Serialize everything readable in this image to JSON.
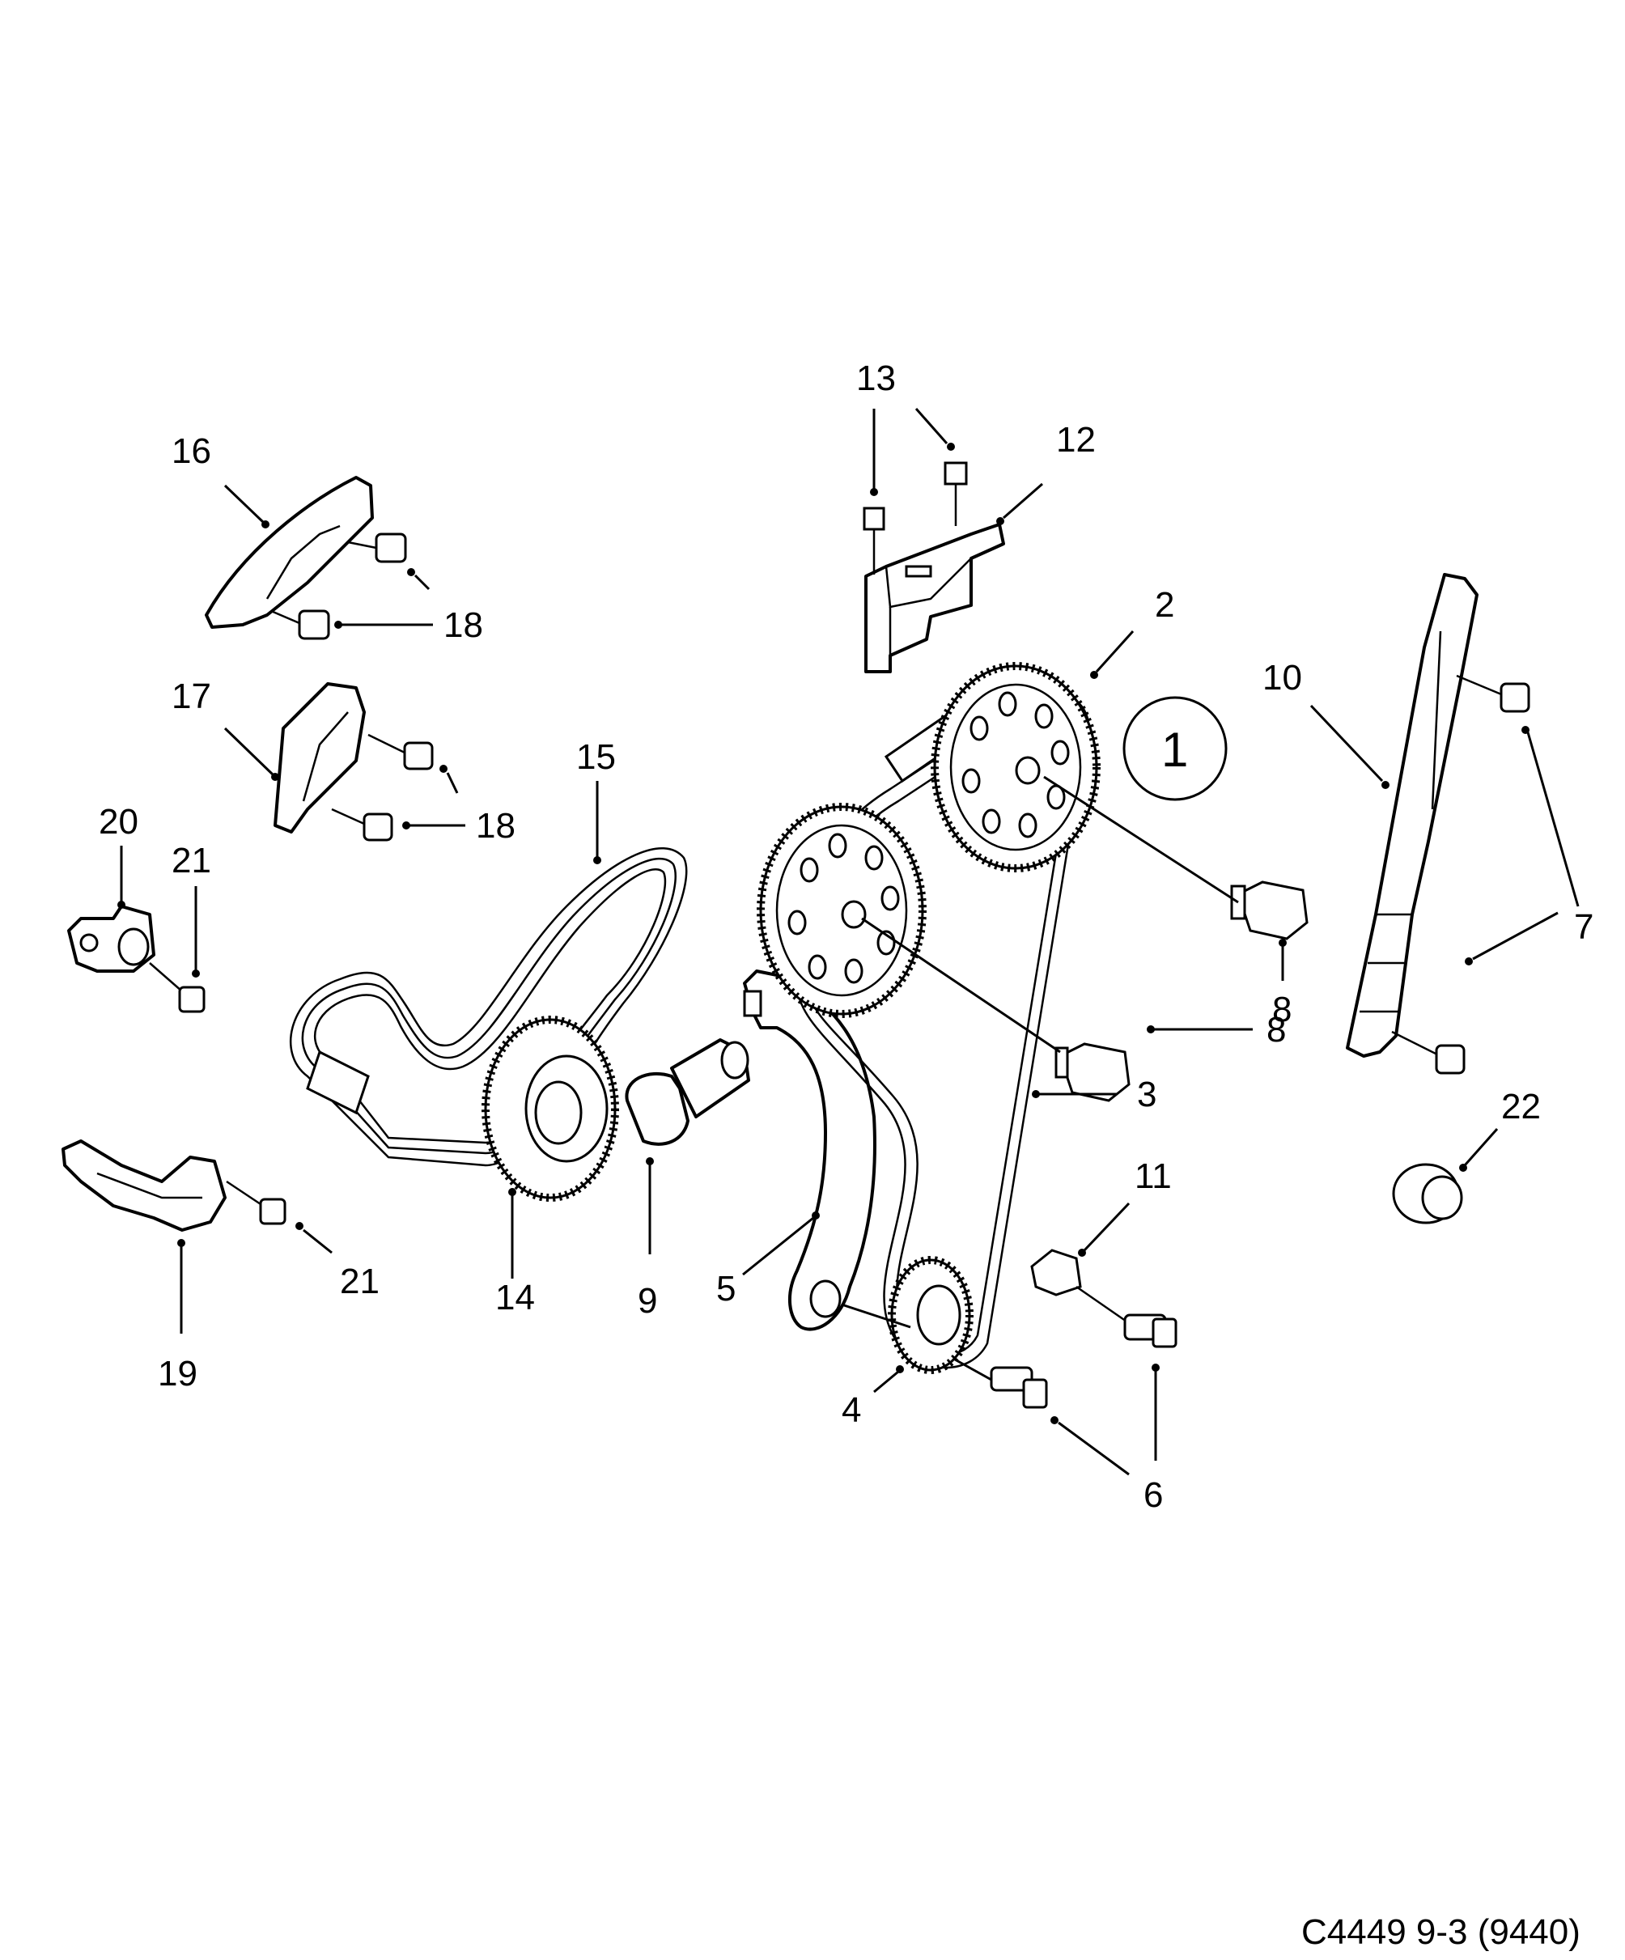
{
  "callouts": [
    {
      "id": "c13",
      "text": "13"
    },
    {
      "id": "c12",
      "text": "12"
    },
    {
      "id": "c16",
      "text": "16"
    },
    {
      "id": "c18a",
      "text": "18"
    },
    {
      "id": "c2",
      "text": "2"
    },
    {
      "id": "c10",
      "text": "10"
    },
    {
      "id": "c1",
      "text": "1"
    },
    {
      "id": "c17",
      "text": "17"
    },
    {
      "id": "c18b",
      "text": "18"
    },
    {
      "id": "c15",
      "text": "15"
    },
    {
      "id": "c20",
      "text": "20"
    },
    {
      "id": "c21a",
      "text": "21"
    },
    {
      "id": "c7",
      "text": "7"
    },
    {
      "id": "c8a",
      "text": "8"
    },
    {
      "id": "c8b",
      "text": "8"
    },
    {
      "id": "c3",
      "text": "3"
    },
    {
      "id": "c22",
      "text": "22"
    },
    {
      "id": "c11",
      "text": "11"
    },
    {
      "id": "c14",
      "text": "14"
    },
    {
      "id": "c9",
      "text": "9"
    },
    {
      "id": "c5",
      "text": "5"
    },
    {
      "id": "c21b",
      "text": "21"
    },
    {
      "id": "c4",
      "text": "4"
    },
    {
      "id": "c6",
      "text": "6"
    },
    {
      "id": "c19",
      "text": "19"
    }
  ],
  "drawing_code": "C4449 9-3 (9440)"
}
